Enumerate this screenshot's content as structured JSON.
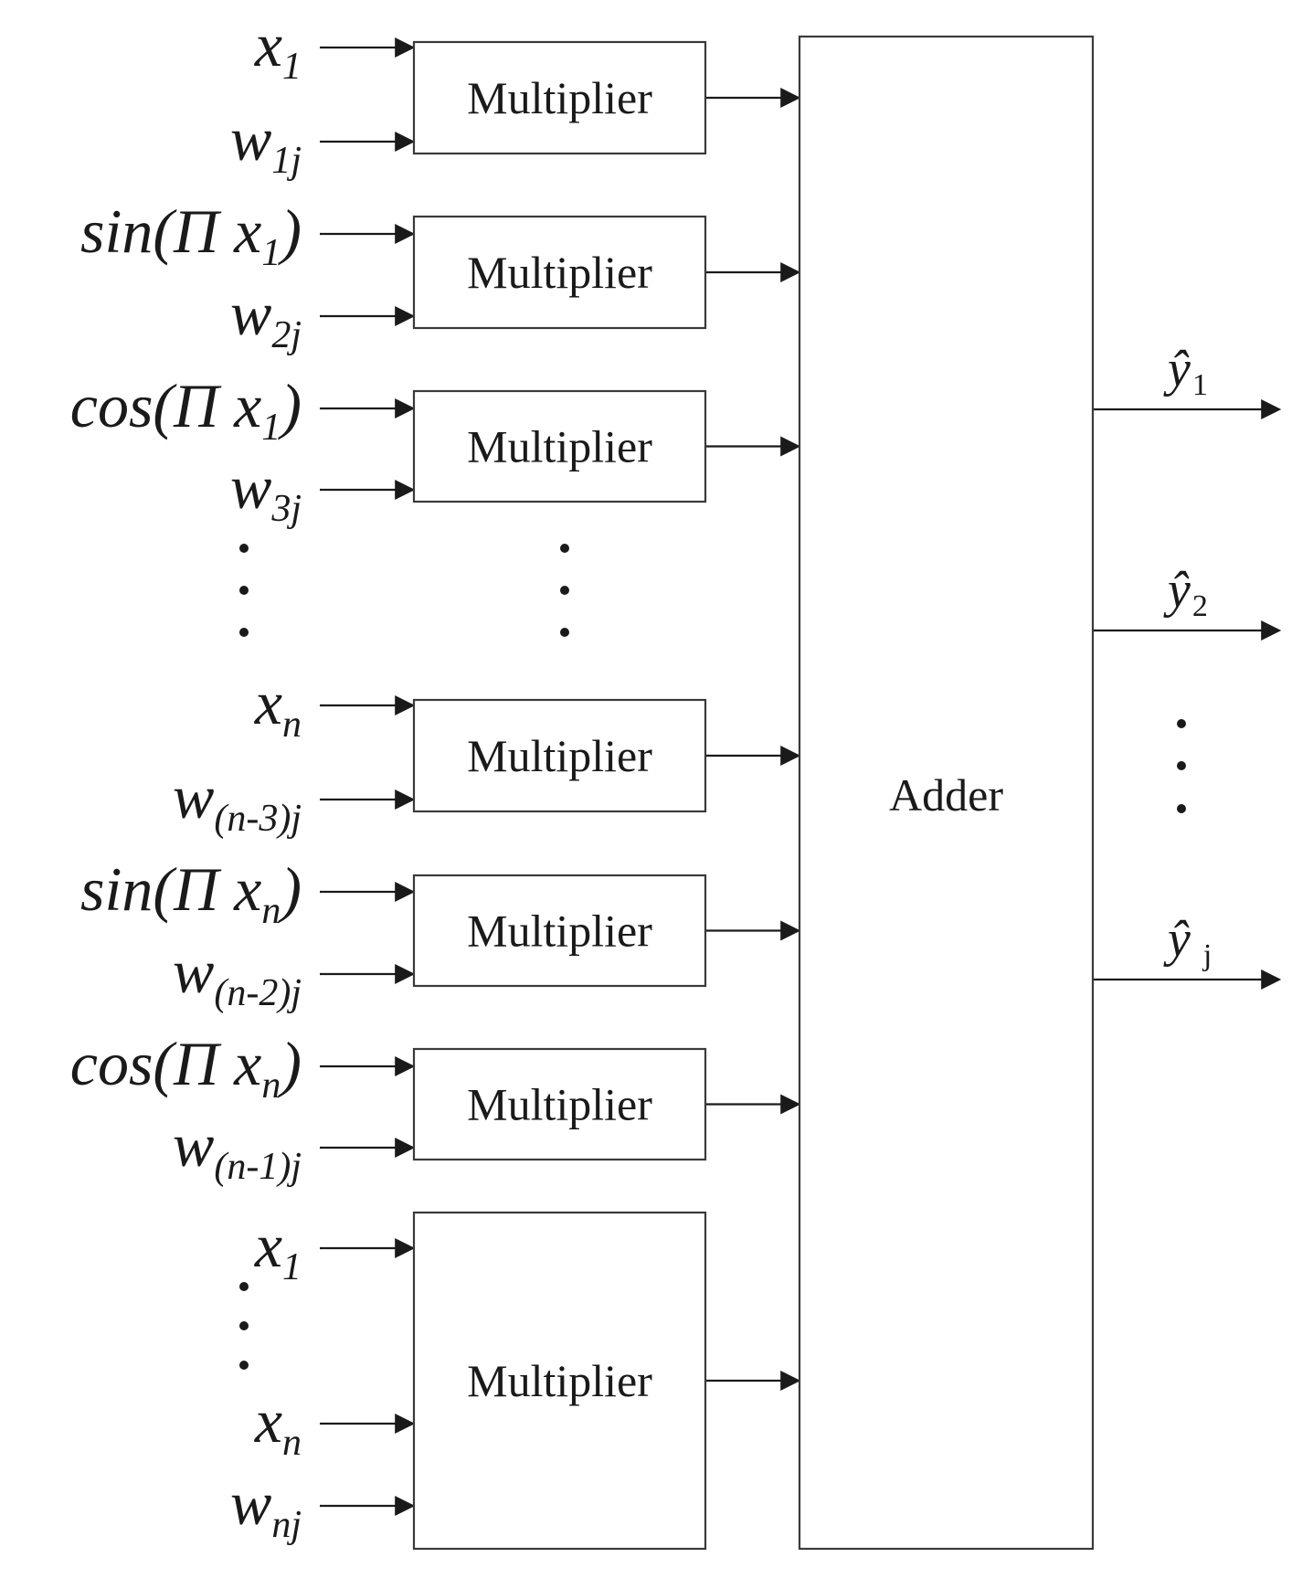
{
  "multiplier_label": "Multiplier",
  "adder_label": "Adder",
  "groups": [
    {
      "inputs": [
        {
          "base": "x",
          "sub": "1"
        },
        {
          "base": "w",
          "sub": "1j"
        }
      ]
    },
    {
      "inputs": [
        {
          "base": "sin(Π x",
          "sub": "1",
          "tail": ")"
        },
        {
          "base": "w",
          "sub": "2j"
        }
      ]
    },
    {
      "inputs": [
        {
          "base": "cos(Π x",
          "sub": "1",
          "tail": ")"
        },
        {
          "base": "w",
          "sub": "3j"
        }
      ]
    },
    {
      "inputs": [
        {
          "base": "x",
          "sub": "n"
        },
        {
          "base": "w",
          "sub": "(n-3)j"
        }
      ]
    },
    {
      "inputs": [
        {
          "base": "sin(Π x",
          "sub": "n",
          "tail": ")"
        },
        {
          "base": "w",
          "sub": "(n-2)j"
        }
      ]
    },
    {
      "inputs": [
        {
          "base": "cos(Π x",
          "sub": "n",
          "tail": ")"
        },
        {
          "base": "w",
          "sub": "(n-1)j"
        }
      ]
    },
    {
      "inputs": [
        {
          "base": "x",
          "sub": "1"
        },
        {
          "base": "x",
          "sub": "n"
        },
        {
          "base": "w",
          "sub": "nj"
        }
      ]
    }
  ],
  "outputs": [
    {
      "base": "ŷ",
      "sub": "1"
    },
    {
      "base": "ŷ",
      "sub": "2"
    },
    {
      "base": "ŷ",
      "sub": "j"
    }
  ]
}
